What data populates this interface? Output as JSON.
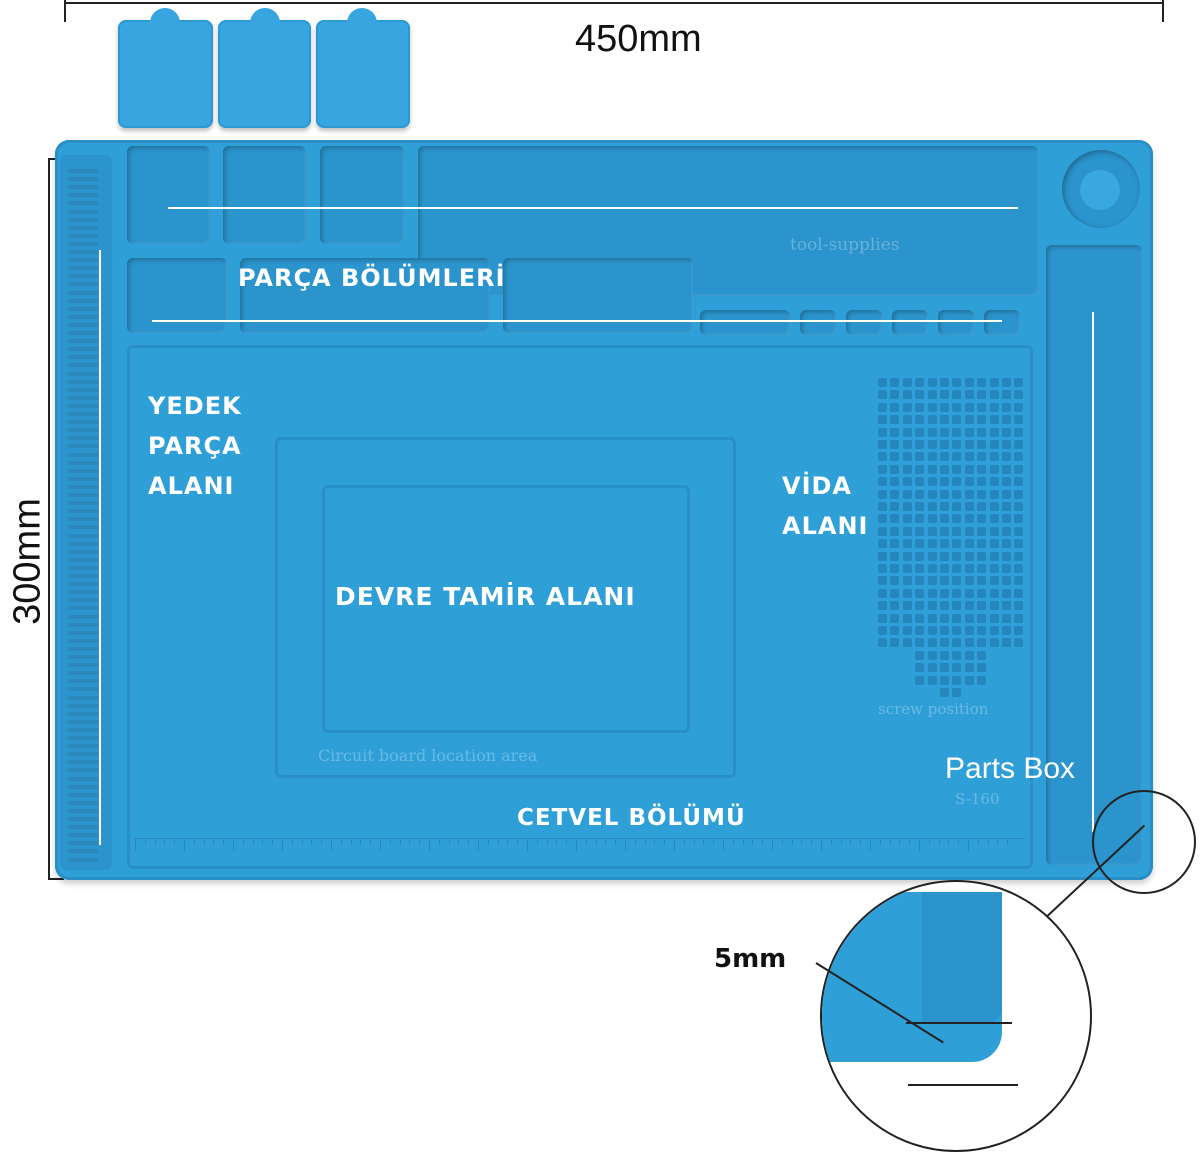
{
  "dimensions": {
    "width_label": "450mm",
    "height_label": "300mm",
    "thickness_label": "5mm"
  },
  "areas": {
    "parts_sections": "PARÇA BÖLÜMLERİ",
    "spare_parts_line1": "YEDEK",
    "spare_parts_line2": "PARÇA",
    "spare_parts_line3": "ALANI",
    "screw_line1": "VİDA",
    "screw_line2": "ALANI",
    "circuit_repair": "DEVRE TAMİR ALANI",
    "ruler_section": "CETVEL BÖLÜMÜ",
    "parts_box": "Parts Box"
  },
  "embossed": {
    "tool_supplies": "tool-supplies",
    "screw_position": "screw position",
    "circuit_board_location": "Circuit board location area",
    "model": "S-160"
  },
  "colors": {
    "mat": "#2f9fd8",
    "mat_dark": "#2b94cc",
    "annotation": "#ffffff",
    "dimension_text": "#111111"
  }
}
